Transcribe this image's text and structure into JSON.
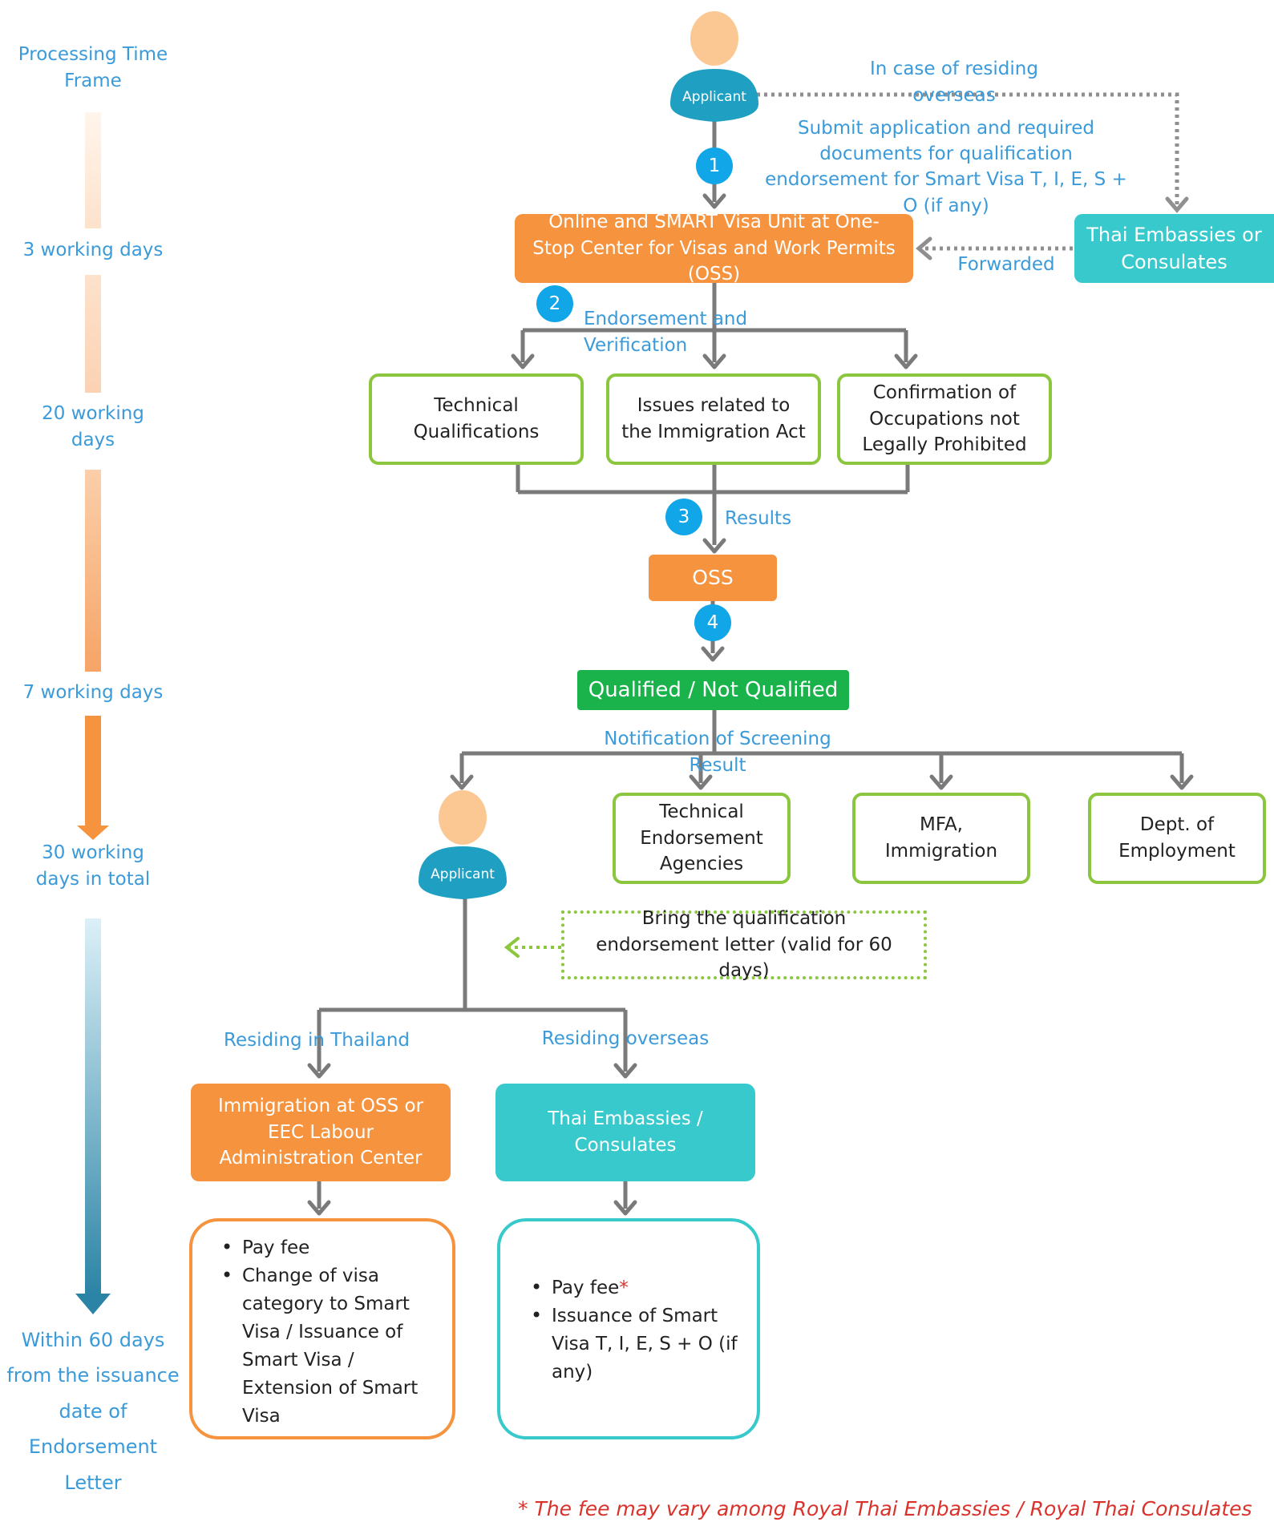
{
  "timeline": {
    "header": "Processing Time Frame",
    "step1": "3 working days",
    "step2": "20 working days",
    "step3": "7 working days",
    "total": "30 working days in total",
    "final": "Within 60 days from the issuance date of Endorsement Letter"
  },
  "applicant_top": {
    "label": "Applicant"
  },
  "overseas_note": "In case of residing overseas",
  "submit_note": "Submit application and required documents for qualification endorsement for Smart Visa T, I, E, S + O (if any)",
  "steps": {
    "s1": "1",
    "s2": "2",
    "s3": "3",
    "s4": "4"
  },
  "oss_center": "Online and SMART Visa Unit at One-Stop Center for Visas and Work Permits (OSS)",
  "thai_embassies_top": "Thai Embassies or Consulates",
  "forwarded": "Forwarded",
  "endorsement_label": "Endorsement and Verification",
  "checks": {
    "technical": "Technical Qualifications",
    "immigration_act": "Issues related to the Immigration Act",
    "occupations": "Confirmation of Occupations not Legally Prohibited"
  },
  "results_label": "Results",
  "oss": "OSS",
  "qualified": "Qualified / Not Qualified",
  "notification": "Notification of Screening Result",
  "applicant_bottom": {
    "label": "Applicant"
  },
  "agencies": {
    "technical": "Technical Endorsement Agencies",
    "mfa": "MFA, Immigration",
    "employment": "Dept. of Employment"
  },
  "bring_letter": "Bring the qualification endorsement letter (valid for 60 days)",
  "branch_thailand": "Residing in Thailand",
  "branch_overseas": "Residing overseas",
  "immigration_oss": "Immigration at OSS or EEC Labour Administration Center",
  "thai_embassies_bottom": "Thai Embassies / Consulates",
  "list_thailand": {
    "item1": "Pay fee",
    "item2": "Change of visa category to Smart Visa / Issuance of Smart Visa / Extension of Smart Visa"
  },
  "list_overseas": {
    "item1": "Pay fee",
    "item1_mark": "*",
    "item2": "Issuance of Smart Visa T, I, E, S + O (if any)"
  },
  "footnote": "* The fee may vary among Royal Thai Embassies / Royal Thai Consulates",
  "colors": {
    "orange": "#f5933f",
    "teal": "#37c9cc",
    "green": "#1ab24b",
    "green_outline": "#8cc63f",
    "step_blue": "#10a6e8",
    "label_blue": "#3b9ad9",
    "connector_gray": "#7a7a7a",
    "footnote_red": "#d9322b"
  },
  "icons": {
    "applicant": "person-icon",
    "arrow": "arrow-down-icon"
  }
}
